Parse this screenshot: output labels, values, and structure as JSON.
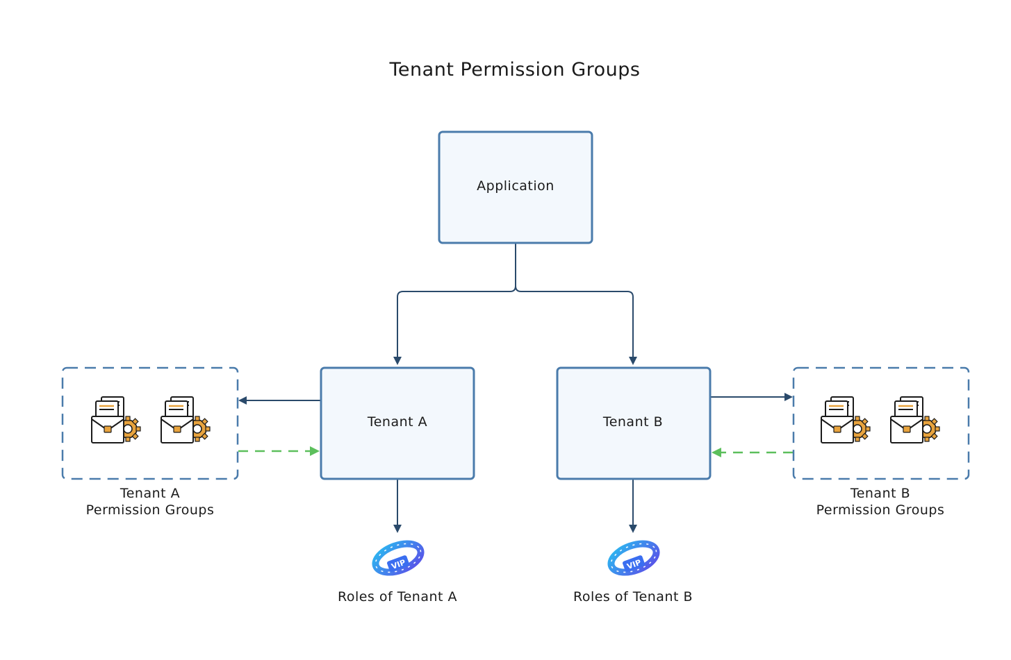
{
  "title": "Tenant Permission Groups",
  "nodes": {
    "application": {
      "label": "Application"
    },
    "tenant_a": {
      "label": "Tenant A"
    },
    "tenant_b": {
      "label": "Tenant B"
    }
  },
  "groups": {
    "tenant_a": {
      "line1": "Tenant A",
      "line2": "Permission Groups",
      "icon": "briefcase-gear-icon"
    },
    "tenant_b": {
      "line1": "Tenant B",
      "line2": "Permission Groups",
      "icon": "briefcase-gear-icon"
    }
  },
  "roles": {
    "tenant_a": {
      "label": "Roles of Tenant A",
      "icon": "vip-badge-icon",
      "badge_text": "VIP"
    },
    "tenant_b": {
      "label": "Roles of Tenant B",
      "icon": "vip-badge-icon",
      "badge_text": "VIP"
    }
  },
  "colors": {
    "node_border": "#4a7bab",
    "node_fill": "#f3f8fd",
    "edge": "#2a4a6b",
    "dashed_edge": "#5cbf5c",
    "group_border": "#4a7bab",
    "icon_orange": "#e8a33d",
    "vip_blue": "#2f7df0"
  }
}
